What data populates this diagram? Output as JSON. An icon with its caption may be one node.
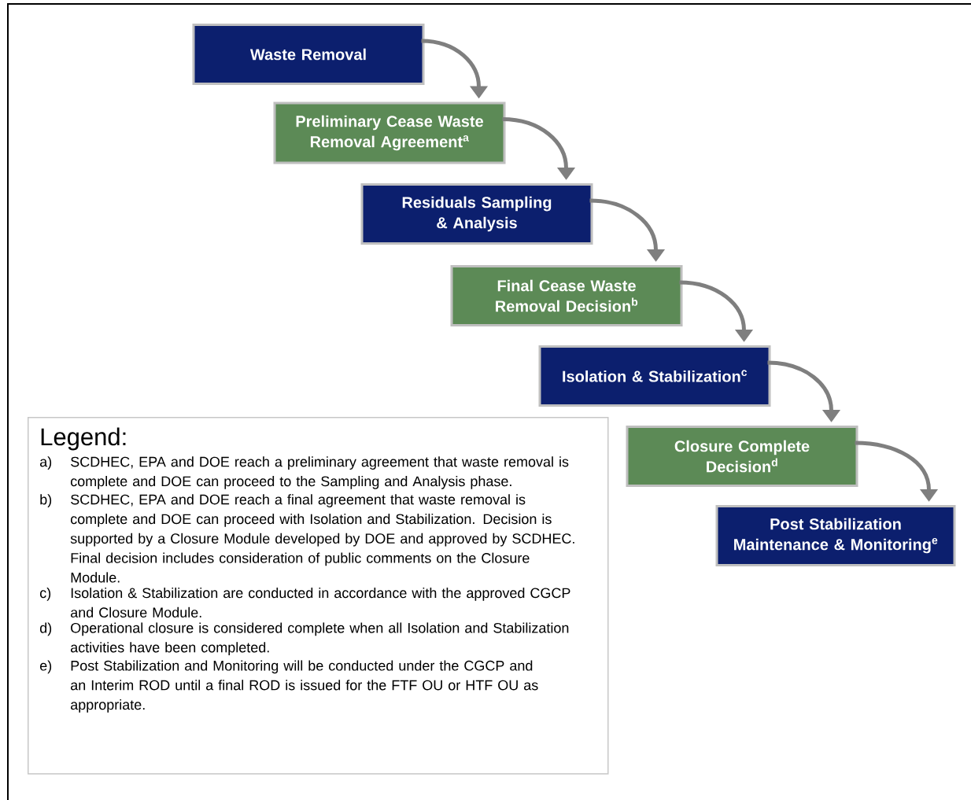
{
  "diagram": {
    "nodes": [
      {
        "text": [
          "Waste Removal"
        ]
      },
      {
        "text": [
          "Preliminary Cease Waste Removal Agreement$^{a}$"
        ]
      },
      {
        "text": [
          "Residuals Sampling & Analysis"
        ]
      },
      {
        "text": [
          "Final Cease Waste Removal Decision$^{b}$"
        ]
      },
      {
        "text": [
          "Isolation & Stabilization$^{c}$"
        ]
      },
      {
        "text": [
          "Closure Complete Decision$^{d}$"
        ]
      },
      {
        "text": [
          "Post Stabilization Maintenance & Monitoring$^{e}$"
        ]
      },
      {
        "text": [
          "Legend:",
          "a)",
          "SCDHEC, EPA and DOE reach a preliminary agreement that waste removal is complete and DOE can proceed to the Sampling and Analysis phase.",
          "b)",
          "SCDHEC, EPA and DOE reach a final agreement that waste removal is complete and DOE can proceed with Isolation and Stabilization. Decision is supported by a Closure Module developed by DOE and approved by SCDHEC. Final decision includes consideration of public comments on the Closure Module.",
          "c)",
          "Isolation & Stabilization are conducted in accordance with the approved CGCP and Closure Module.",
          "d)",
          "Operational closure is considered complete when all Isolation and Stabilization activities have been completed.",
          "e)",
          "Post Stabilization and Monitoring will be conducted under the CGCP and an Interim ROD until a final ROD is issued for the FTF OU or HTF OU as appropriate."
        ]
      }
    ],
    "edges": [
      {
        "from": 0,
        "to": 1,
        "arrow": "to"
      },
      {
        "from": 1,
        "to": 2,
        "arrow": "to"
      },
      {
        "from": 2,
        "to": 3,
        "arrow": "to"
      },
      {
        "from": 3,
        "to": 4,
        "arrow": "to"
      },
      {
        "from": 4,
        "to": 5,
        "arrow": "to"
      },
      {
        "from": 5,
        "to": 6,
        "arrow": "to"
      }
    ]
  }
}
